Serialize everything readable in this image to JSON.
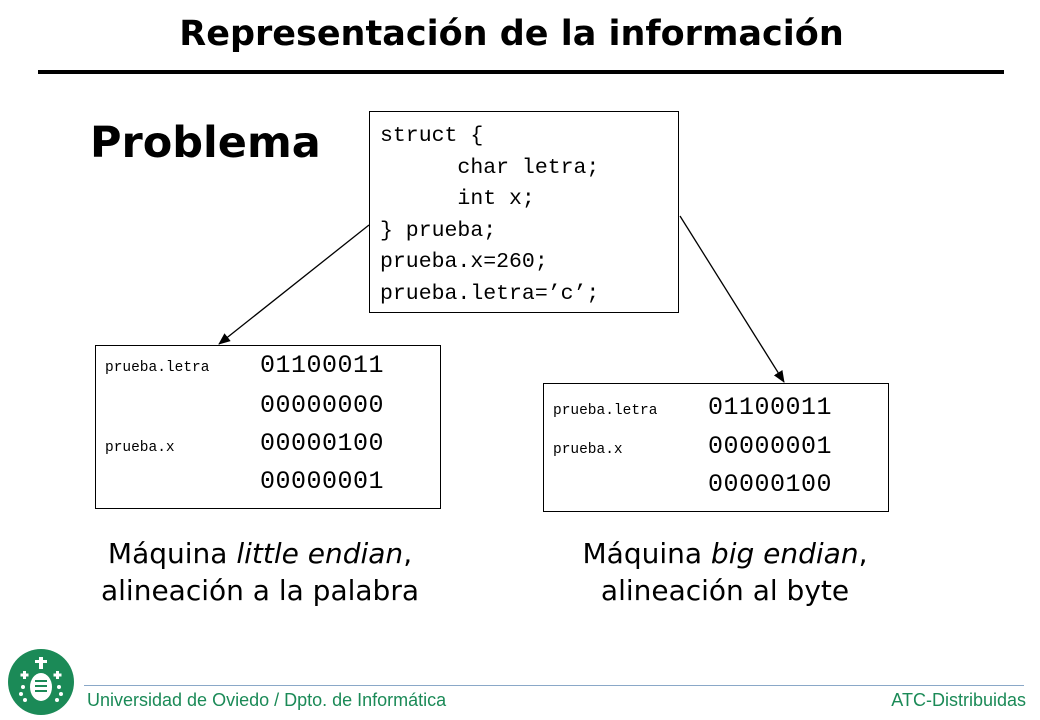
{
  "slide": {
    "title": "Representación de la información",
    "heading": "Problema"
  },
  "code": {
    "lines": [
      "struct {",
      "      char letra;",
      "      int x;",
      "} prueba;",
      "prueba.x=260;",
      "prueba.letra=’c’;"
    ]
  },
  "little_endian": {
    "label_letra": "prueba.letra",
    "label_x": "prueba.x",
    "bytes": [
      "01100011",
      "00000000",
      "00000100",
      "00000001"
    ],
    "caption_pre": "Máquina ",
    "caption_em": "little endian",
    "caption_post": ",",
    "caption_line2": "alineación a la palabra"
  },
  "big_endian": {
    "label_letra": "prueba.letra",
    "label_x": "prueba.x",
    "bytes": [
      "01100011",
      "00000001",
      "00000100"
    ],
    "caption_pre": "Máquina ",
    "caption_em": "big endian",
    "caption_post": ",",
    "caption_line2": "alineación al byte"
  },
  "footer": {
    "left": "Universidad de Oviedo / Dpto. de Informática",
    "right": "ATC-Distribuidas",
    "color": "#1b8a57"
  },
  "logo": {
    "icon": "university-seal-icon",
    "color": "#1b8a57"
  }
}
